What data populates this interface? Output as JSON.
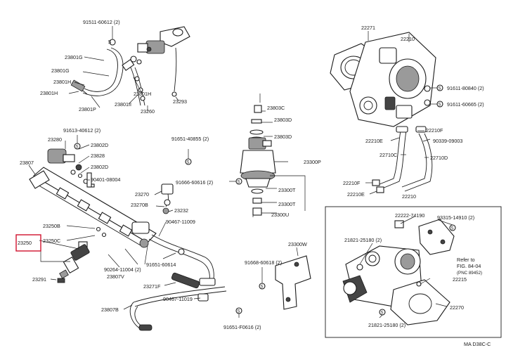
{
  "highlight_color": "#d0122e",
  "labels": {
    "p91511": "91511-60612 (2)",
    "p23801G": "23801G",
    "p23801G2": "23801G",
    "p23801H_a": "23801H",
    "p23801H_b": "23801H",
    "p23801H_c": "23801H",
    "p23801II": "23801II",
    "p23801P": "23801P",
    "p23260": "23260",
    "p23293": "23293",
    "p91613": "91613-40612 (2)",
    "p23802D_a": "23802D",
    "p23280": "23280",
    "p23828": "23828",
    "p23802D_b": "23802D",
    "p23807": "23807",
    "p90401": "90401-08004",
    "p91651_40855": "91651-40855 (2)",
    "p91666": "91666-60616 (2)",
    "p23270": "23270",
    "p23270B": "23270B",
    "p23232": "23232",
    "p23250B": "23250B",
    "p23250": "23250",
    "p23250C": "23250C",
    "p90467_11009": "90467-11009",
    "p90264": "90264-11004 (2)",
    "p23807V": "23807V",
    "p91651_60614": "91651-60614",
    "p23291": "23291",
    "p23271F": "23271F",
    "p90467_11019": "90467-11019",
    "p23807B": "23807B",
    "p91651_F0616": "91651-F0616 (2)",
    "p23803C": "23803C",
    "p23803D_a": "23803D",
    "p23803D_b": "23803D",
    "p23300P": "23300P",
    "p23300T_a": "23300T",
    "p23300T_b": "23300T",
    "p23300U": "23300U",
    "p23300W": "23300W",
    "p91668": "91668-60618 (2)",
    "p22271": "22271",
    "p22210": "22210",
    "p91611_80840": "91611-80840 (2)",
    "p91611_60665": "91611-60665 (2)",
    "p22210F_a": "22210F",
    "p22210E_a": "22210E",
    "p90339": "90339-09003",
    "p22710C": "22710C",
    "p22710D": "22710D",
    "p22210F_b": "22210F",
    "p22210E_b": "22210E",
    "p22210_box": "22210",
    "p22222": "22222-74190",
    "p93315": "93315-14910 (2)",
    "p21821_a": "21821-25180 (2)",
    "p21821_b": "21821-25180 (2)",
    "p22215": "22215",
    "p22270": "22270",
    "refer_line1": "Refer to",
    "refer_line2": "FIG. 84-04",
    "refer_line3": "(PNC 89452)",
    "footer_code": "MA D38C-C"
  },
  "marks": {
    "s": "S"
  }
}
